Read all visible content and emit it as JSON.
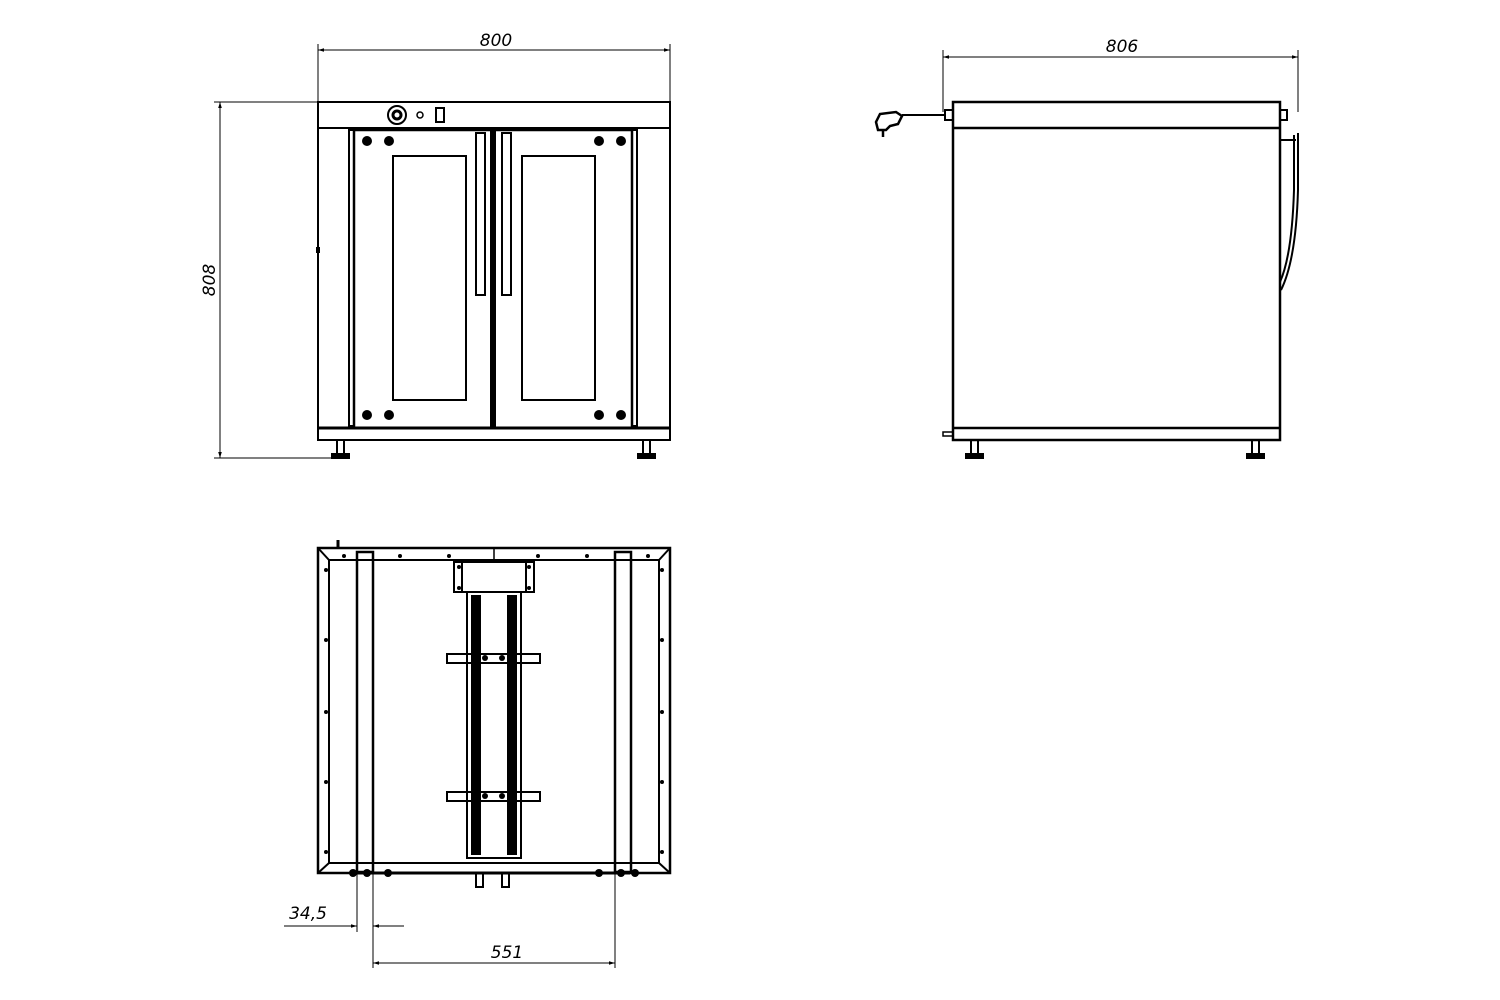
{
  "dimensions": {
    "front_width": "800",
    "front_height": "808",
    "side_depth": "806",
    "plan_offset": "34,5",
    "plan_rail_span": "551"
  },
  "colors": {
    "line": "#000000",
    "background": "#ffffff"
  }
}
